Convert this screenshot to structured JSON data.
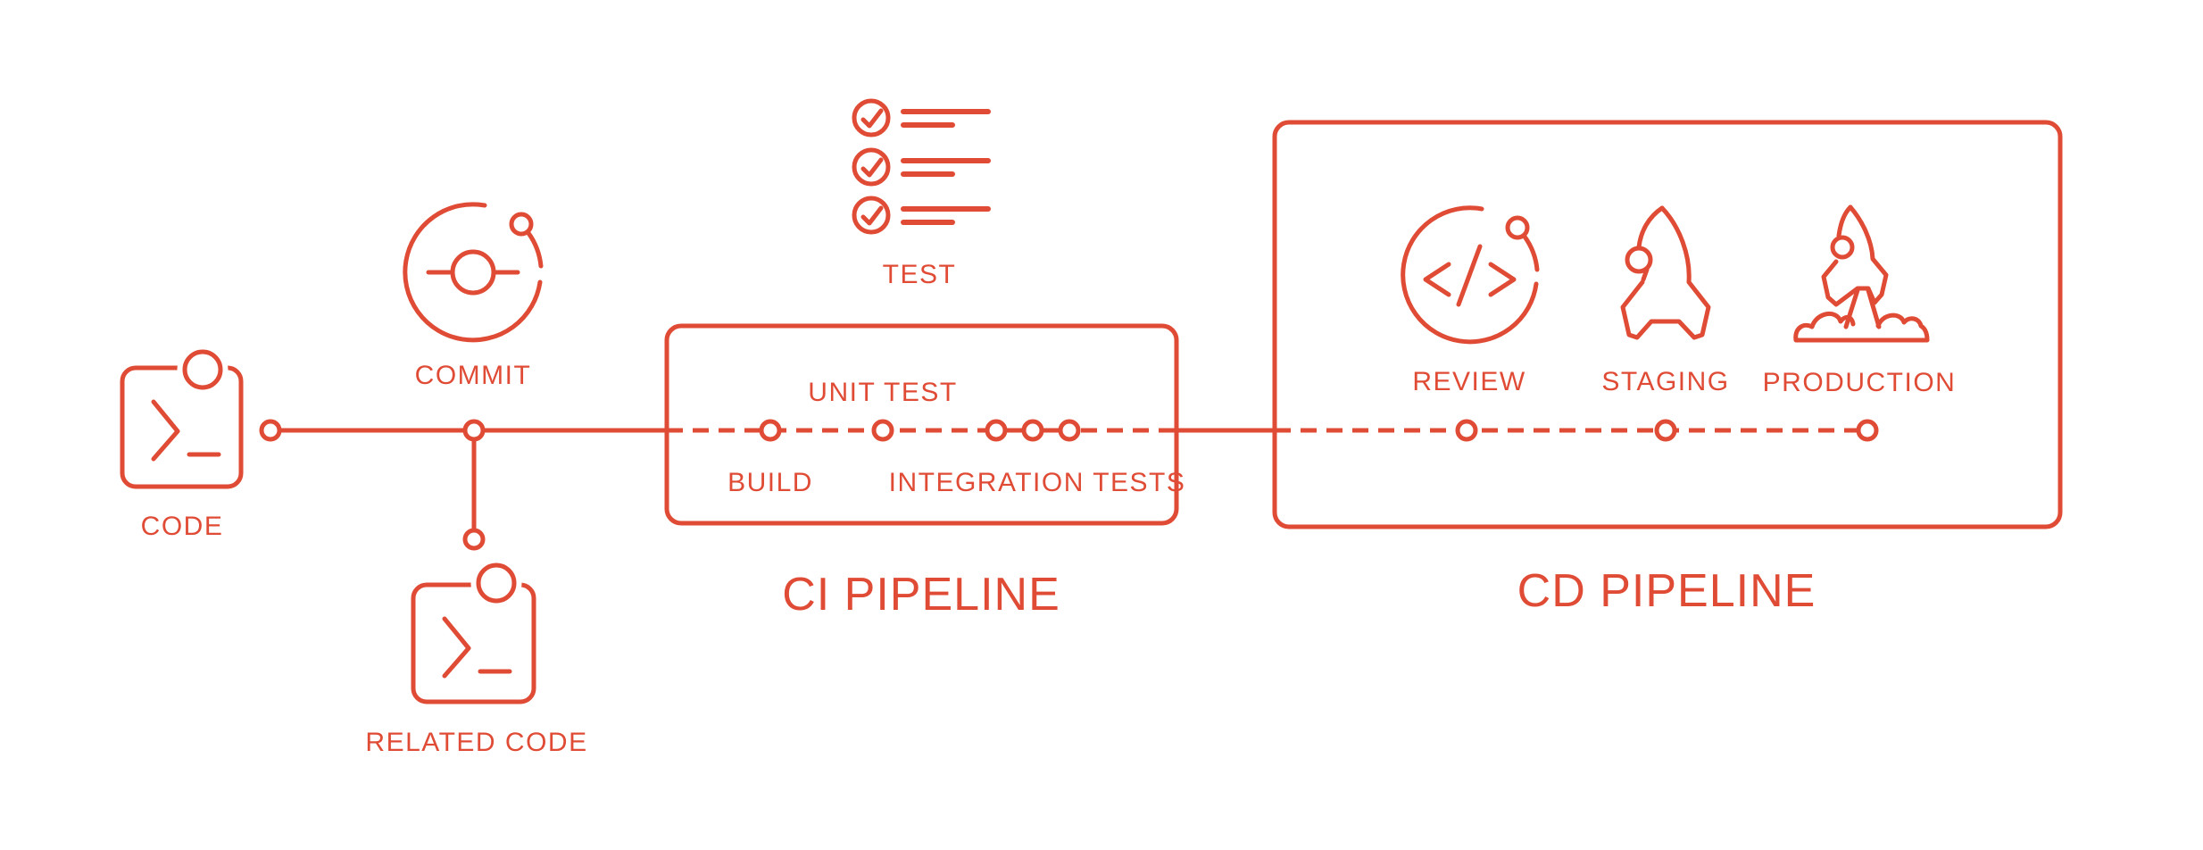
{
  "accent_color": "#E04B35",
  "background_color": "#FFFFFF",
  "source": {
    "code": {
      "label": "CODE",
      "icon": "terminal-window-icon"
    },
    "commit": {
      "label": "COMMIT",
      "icon": "git-commit-orbit-icon"
    },
    "related_code": {
      "label": "RELATED CODE",
      "icon": "terminal-window-icon"
    }
  },
  "ci_pipeline": {
    "title": "CI PIPELINE",
    "test": {
      "label": "TEST",
      "icon": "checklist-icon"
    },
    "stages": [
      {
        "label": "BUILD",
        "label_position": "below"
      },
      {
        "label": "UNIT TEST",
        "label_position": "above"
      },
      {
        "label": "INTEGRATION TESTS",
        "label_position": "below"
      }
    ]
  },
  "cd_pipeline": {
    "title": "CD PIPELINE",
    "stages": [
      {
        "label": "REVIEW",
        "icon": "code-review-icon"
      },
      {
        "label": "STAGING",
        "icon": "rocket-icon"
      },
      {
        "label": "PRODUCTION",
        "icon": "rocket-launch-icon"
      }
    ]
  }
}
